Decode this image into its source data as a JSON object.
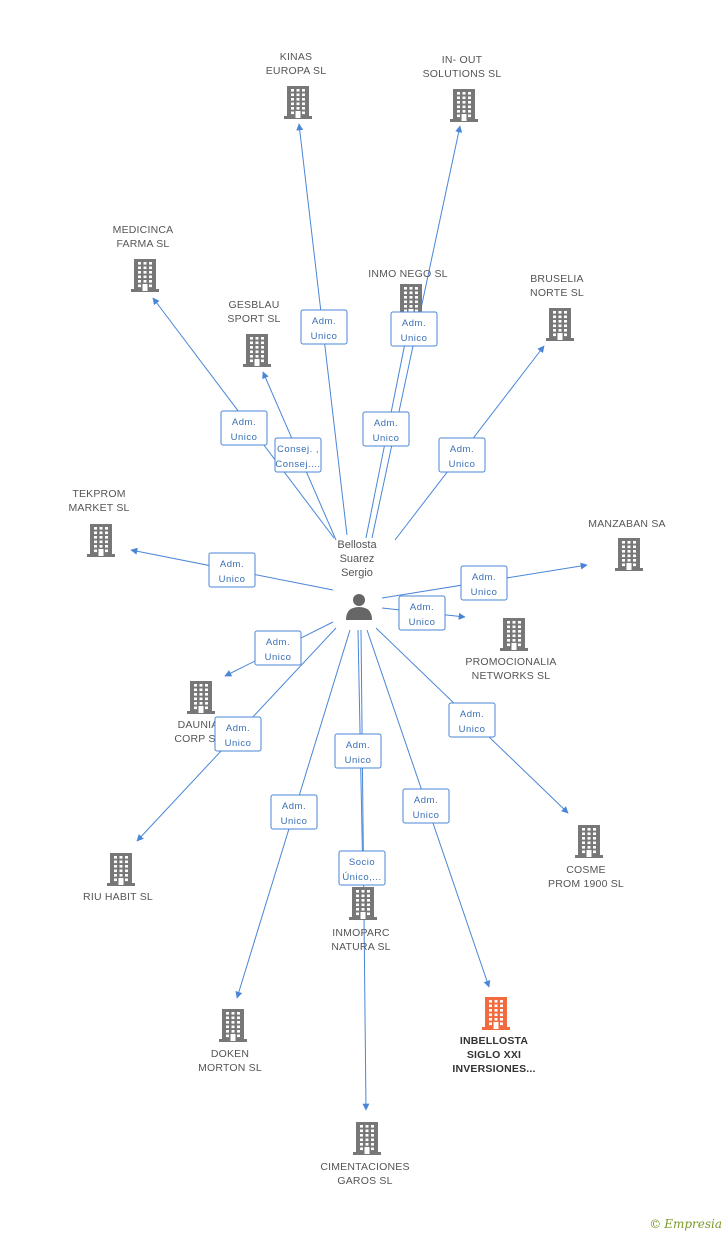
{
  "center": {
    "name": [
      "Bellosta",
      "Suarez",
      "Sergio"
    ]
  },
  "companies": [
    {
      "id": "kinas",
      "label": [
        "KINAS",
        "EUROPA SL"
      ],
      "highlight": false
    },
    {
      "id": "inout",
      "label": [
        "IN- OUT",
        "SOLUTIONS SL"
      ],
      "highlight": false
    },
    {
      "id": "medicinca",
      "label": [
        "MEDICINCA",
        "FARMA SL"
      ],
      "highlight": false
    },
    {
      "id": "inmonego",
      "label": [
        "INMO NEGO SL"
      ],
      "highlight": false
    },
    {
      "id": "bruselia",
      "label": [
        "BRUSELIA",
        "NORTE SL"
      ],
      "highlight": false
    },
    {
      "id": "gesblau",
      "label": [
        "GESBLAU",
        "SPORT SL"
      ],
      "highlight": false
    },
    {
      "id": "tekprom",
      "label": [
        "TEKPROM",
        "MARKET SL"
      ],
      "highlight": false
    },
    {
      "id": "manzaban",
      "label": [
        "MANZABAN SA"
      ],
      "highlight": false
    },
    {
      "id": "promocionalia",
      "label": [
        "PROMOCIONALIA",
        "NETWORKS SL"
      ],
      "highlight": false
    },
    {
      "id": "daunia",
      "label": [
        "DAUNIA",
        "CORP SL"
      ],
      "highlight": false
    },
    {
      "id": "riuhabit",
      "label": [
        "RIU HABIT SL"
      ],
      "highlight": false
    },
    {
      "id": "cosme",
      "label": [
        "COSME",
        "PROM 1900 SL"
      ],
      "highlight": false
    },
    {
      "id": "inmoparc",
      "label": [
        "INMOPARC",
        "NATURA SL"
      ],
      "highlight": false
    },
    {
      "id": "doken",
      "label": [
        "DOKEN",
        "MORTON SL"
      ],
      "highlight": false
    },
    {
      "id": "inbellosta",
      "label": [
        "INBELLOSTA",
        "SIGLO XXI",
        "INVERSIONES..."
      ],
      "highlight": true
    },
    {
      "id": "cimentaciones",
      "label": [
        "CIMENTACIONES",
        "GAROS SL"
      ],
      "highlight": false
    }
  ],
  "edges": [
    {
      "to": "kinas",
      "label": [
        "Adm.",
        "Unico"
      ]
    },
    {
      "to": "inout",
      "label": [
        "Adm.",
        "Unico"
      ]
    },
    {
      "to": "medicinca",
      "label": [
        "Adm.",
        "Unico"
      ]
    },
    {
      "to": "inmonego",
      "label": [
        "Adm.",
        "Unico"
      ]
    },
    {
      "to": "bruselia",
      "label": [
        "Adm.",
        "Unico"
      ]
    },
    {
      "to": "gesblau",
      "label": [
        "Consej. ,",
        "Consej...."
      ]
    },
    {
      "to": "tekprom",
      "label": [
        "Adm.",
        "Unico"
      ]
    },
    {
      "to": "manzaban",
      "label": [
        "Adm.",
        "Unico"
      ]
    },
    {
      "to": "promocionalia",
      "label": [
        "Adm.",
        "Unico"
      ]
    },
    {
      "to": "daunia",
      "label": [
        "Adm.",
        "Unico"
      ]
    },
    {
      "to": "riuhabit",
      "label": [
        "Adm.",
        "Unico"
      ]
    },
    {
      "to": "cosme",
      "label": [
        "Adm.",
        "Unico"
      ]
    },
    {
      "to": "inmoparc",
      "label": [
        "Adm.",
        "Unico"
      ]
    },
    {
      "to": "doken",
      "label": [
        "Adm.",
        "Unico"
      ]
    },
    {
      "to": "inbellosta",
      "label": [
        "Adm.",
        "Unico"
      ]
    },
    {
      "to": "cimentaciones",
      "label": [
        "Socio",
        "Único,..."
      ]
    }
  ],
  "colors": {
    "edge": "#4a86d6",
    "building": "#777777",
    "highlight": "#f26a3d"
  },
  "icons": {
    "company": "building-icon",
    "person": "person-icon"
  },
  "footer": {
    "copyright": "©",
    "brand": "Empresia"
  }
}
